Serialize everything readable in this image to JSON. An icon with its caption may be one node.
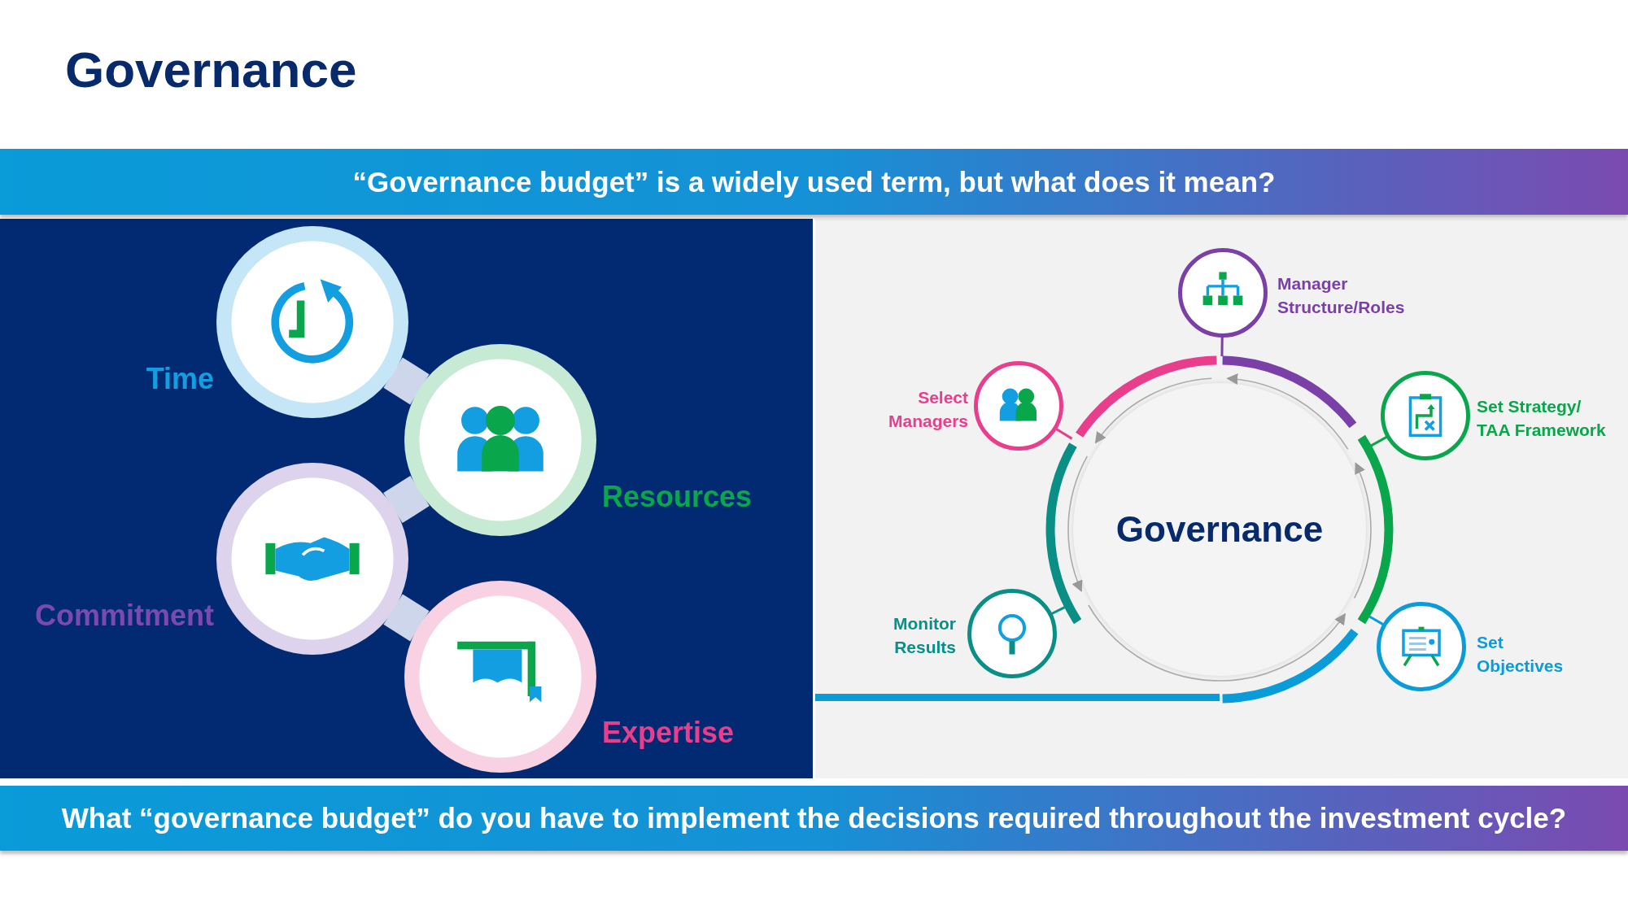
{
  "diagram": {
    "title": "Governance",
    "nodes": [
      {
        "text": [],
        "shape": "circle",
        "beside": [
          "Time"
        ]
      },
      {
        "text": [],
        "shape": "circle",
        "beside": [
          "Resources"
        ]
      },
      {
        "text": [],
        "shape": "circle",
        "beside": [
          "Commitment"
        ]
      },
      {
        "text": [],
        "shape": "circle",
        "beside": [
          "Expertise"
        ]
      },
      {
        "text": [],
        "shape": "circle",
        "beside": [
          "Manager Structure/Roles"
        ]
      },
      {
        "text": [],
        "shape": "circle",
        "beside": [
          "Select Managers"
        ]
      },
      {
        "text": [],
        "shape": "circle",
        "beside": [
          "Set Strategy/ TAA Framework"
        ]
      },
      {
        "text": [
          "Governance"
        ]
      },
      {
        "text": [],
        "shape": "circle",
        "beside": [
          "Monitor Results"
        ]
      },
      {
        "text": [],
        "shape": "circle",
        "beside": [
          "Set Objectives"
        ]
      }
    ],
    "edges": [
      {
        "from": 0,
        "to": 1,
        "arrow": "none",
        "style": "thick",
        "color": "#cdd6ea"
      },
      {
        "from": 1,
        "to": 2,
        "arrow": "none",
        "style": "thick",
        "color": "#cdd6ea"
      },
      {
        "from": 2,
        "to": 3,
        "arrow": "none",
        "style": "thick",
        "color": "#cdd6ea"
      },
      {
        "from": 4,
        "to": 7,
        "arrow": "none",
        "color": "#7b3fa8"
      },
      {
        "from": 5,
        "to": 7,
        "arrow": "none",
        "color": "#e83e8c"
      },
      {
        "from": 6,
        "to": 7,
        "arrow": "none",
        "color": "#0aa64b"
      },
      {
        "from": 8,
        "to": 7,
        "arrow": "none",
        "color": "#0a8f86"
      },
      {
        "from": 9,
        "to": 7,
        "arrow": "none",
        "color": "#0a9bd9"
      }
    ],
    "labels": [
      "“Governance budget” is a widely used term, but what does it mean?",
      "What “governance budget” do you have to implement the decisions required throughout the investment cycle?"
    ]
  }
}
